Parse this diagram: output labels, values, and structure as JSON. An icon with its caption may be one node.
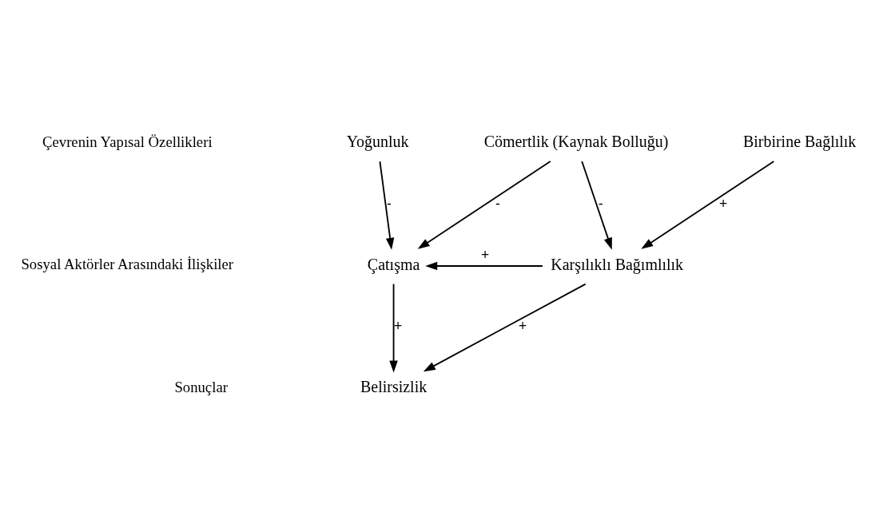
{
  "diagram": {
    "nodes": [
      {
        "text": [
          "Yoğunluk"
        ]
      },
      {
        "text": [
          "Cömertlik (Kaynak Bolluğu)"
        ]
      },
      {
        "text": [
          "Birbirine Bağlılık"
        ]
      },
      {
        "text": [
          "Çatışma"
        ]
      },
      {
        "text": [
          "Karşılıklı Bağımlılık"
        ]
      },
      {
        "text": [
          "Belirsizlik"
        ]
      }
    ],
    "edges": [
      {
        "from": 0,
        "to": 3,
        "arrow": "to",
        "label": "-"
      },
      {
        "from": 1,
        "to": 3,
        "arrow": "to",
        "label": "-"
      },
      {
        "from": 1,
        "to": 4,
        "arrow": "to",
        "label": "-"
      },
      {
        "from": 2,
        "to": 4,
        "arrow": "to",
        "label": "+"
      },
      {
        "from": 4,
        "to": 3,
        "arrow": "to",
        "label": "+"
      },
      {
        "from": 3,
        "to": 5,
        "arrow": "to",
        "label": "+"
      },
      {
        "from": 4,
        "to": 5,
        "arrow": "to",
        "label": "+"
      }
    ],
    "labels": [
      "Çevrenin Yapısal Özellikleri",
      "Sosyal Aktörler Arasındaki İlişkiler",
      "Sonuçlar"
    ]
  }
}
